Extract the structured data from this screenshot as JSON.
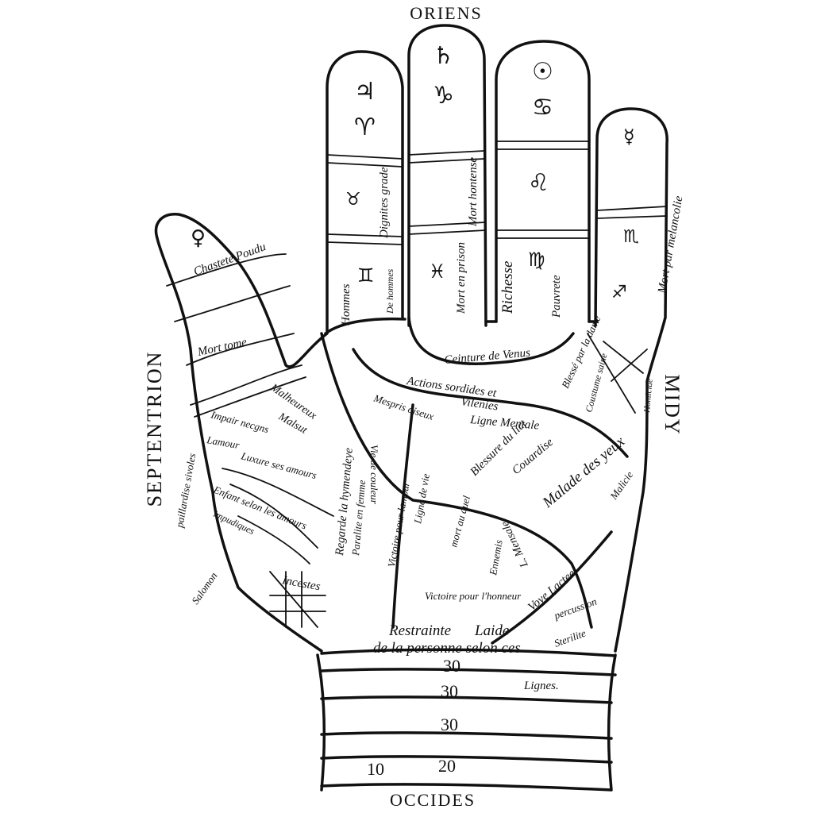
{
  "directions": {
    "top": "ORIENS",
    "bottom": "OCCIDES",
    "left": "SEPTENTRION",
    "right": "MIDY"
  },
  "finger_symbols": {
    "index": [
      "♃",
      "♈",
      "♉",
      "♊"
    ],
    "middle": [
      "♄",
      "♑",
      "♓"
    ],
    "ring": [
      "☉",
      "♋",
      "♌",
      "♍"
    ],
    "little": [
      "☿",
      "♏",
      "♐"
    ],
    "thumb": [
      "♀"
    ]
  },
  "labels": {
    "chastete": "Chastete Poudu",
    "mort_thumb": "Mort tome",
    "dignites": "Dignites grade",
    "homme": "Hommes",
    "de_hommes": "De hommes",
    "mort_middle": "Mort en prison",
    "mort_hontense": "Mort hontense",
    "richesse": "Richesse",
    "pauvrete": "Pauvrete",
    "mort_melancolie": "Mort par melancolie",
    "ceinture": "Ceinture de Venus",
    "actions": "Actions sordides et",
    "vilenies": "Vilenies",
    "mort_ligne": "Ligne Mentale",
    "mesprisee": "Mespris oiseux",
    "blessure": "Blessure du lict",
    "couardise": "Couardise",
    "bless_part": "Blessé par la dame",
    "malade": "Malade des yeux",
    "malicie": "Malicie",
    "homicide": "Homicide",
    "coustume": "Coustume saine",
    "malheureux": "Malheureux",
    "malsut": "Malsut",
    "impair": "Impair necgns",
    "lamour": "Lamour",
    "luxure": "Luxure ses amours",
    "enfant": "Enfant selon les amours",
    "impudiques": "impudiques",
    "paillardise": "paillardise sivoles",
    "regarde": "Regarde la hymendeye",
    "paralite": "Paralite en femme",
    "victoire_amour": "Victoire pour lamour",
    "vie": "Vie de couleur",
    "ligne_vie": "Ligne de vie",
    "mort_aux": "mort au duel",
    "ennemis": "Ennemis",
    "ligne_mentale": "L. Mensale",
    "victoire_honneur": "Victoire pour l'honneur",
    "voye_lactee": "Voye Lactee",
    "percussion": "percussion",
    "sterilite": "Sterilite",
    "incestes": "Incestes",
    "salomon": "Salomon",
    "restrainte": "Restrainte",
    "laide": "Laide",
    "personne": "de la personne selon ces",
    "lignes": "Lignes."
  },
  "wrist_numbers": [
    "30",
    "30",
    "30",
    "20",
    "10"
  ]
}
